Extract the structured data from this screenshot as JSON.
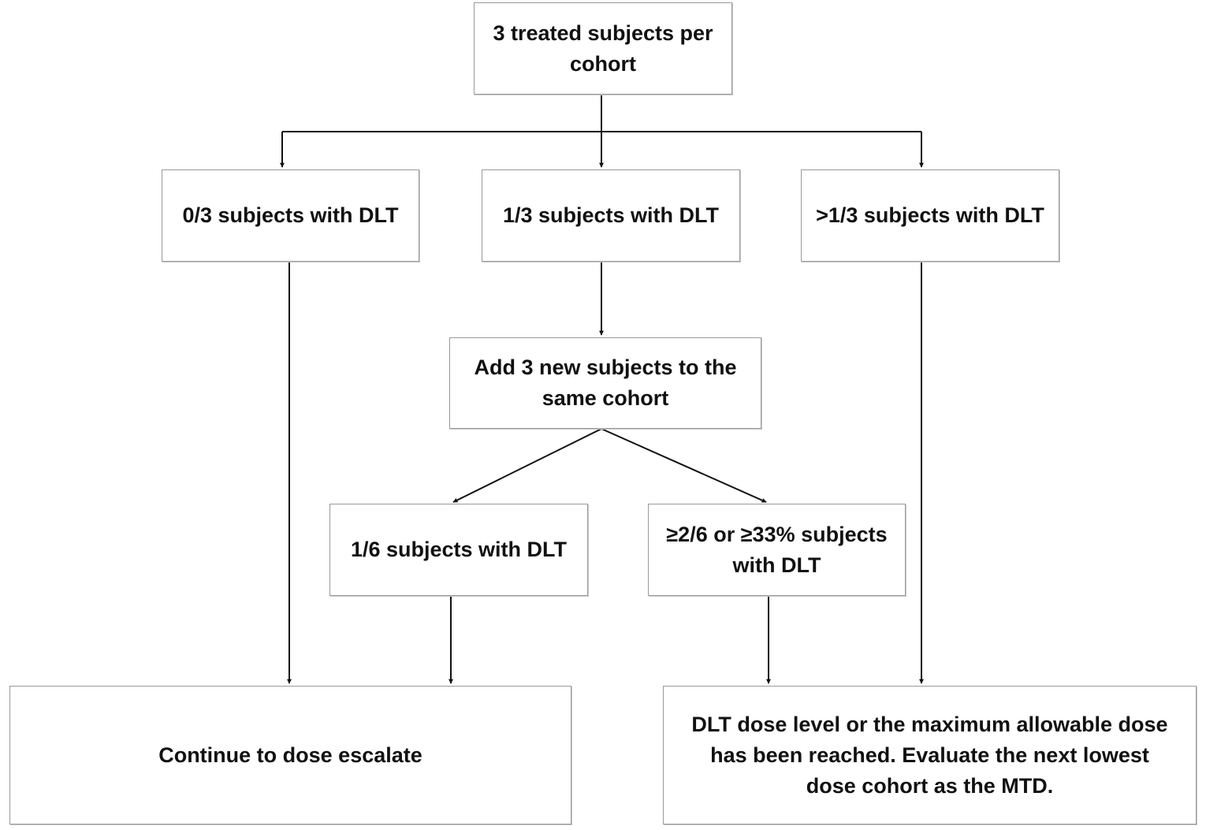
{
  "nodes": {
    "start": "3 treated subjects per cohort",
    "zero_of_three": "0/3 subjects with DLT",
    "one_of_three": "1/3 subjects with DLT",
    "gt_one_of_three": ">1/3 subjects with DLT",
    "add_subjects": "Add 3 new subjects to the same cohort",
    "one_of_six": "1/6 subjects with DLT",
    "ge_two_of_six": "≥2/6 or ≥33% subjects with DLT",
    "continue": "Continue to dose escalate",
    "mtd": "DLT dose level or the maximum allowable dose has been reached. Evaluate the next lowest dose cohort as the MTD."
  },
  "edges": [
    {
      "from": "start",
      "to": "zero_of_three"
    },
    {
      "from": "start",
      "to": "one_of_three"
    },
    {
      "from": "start",
      "to": "gt_one_of_three"
    },
    {
      "from": "one_of_three",
      "to": "add_subjects"
    },
    {
      "from": "add_subjects",
      "to": "one_of_six"
    },
    {
      "from": "add_subjects",
      "to": "ge_two_of_six"
    },
    {
      "from": "zero_of_three",
      "to": "continue"
    },
    {
      "from": "one_of_six",
      "to": "continue"
    },
    {
      "from": "ge_two_of_six",
      "to": "mtd"
    },
    {
      "from": "gt_one_of_three",
      "to": "mtd"
    }
  ],
  "colors": {
    "line": "#111111",
    "box_border": "#9a9a9a",
    "text": "#111111"
  }
}
